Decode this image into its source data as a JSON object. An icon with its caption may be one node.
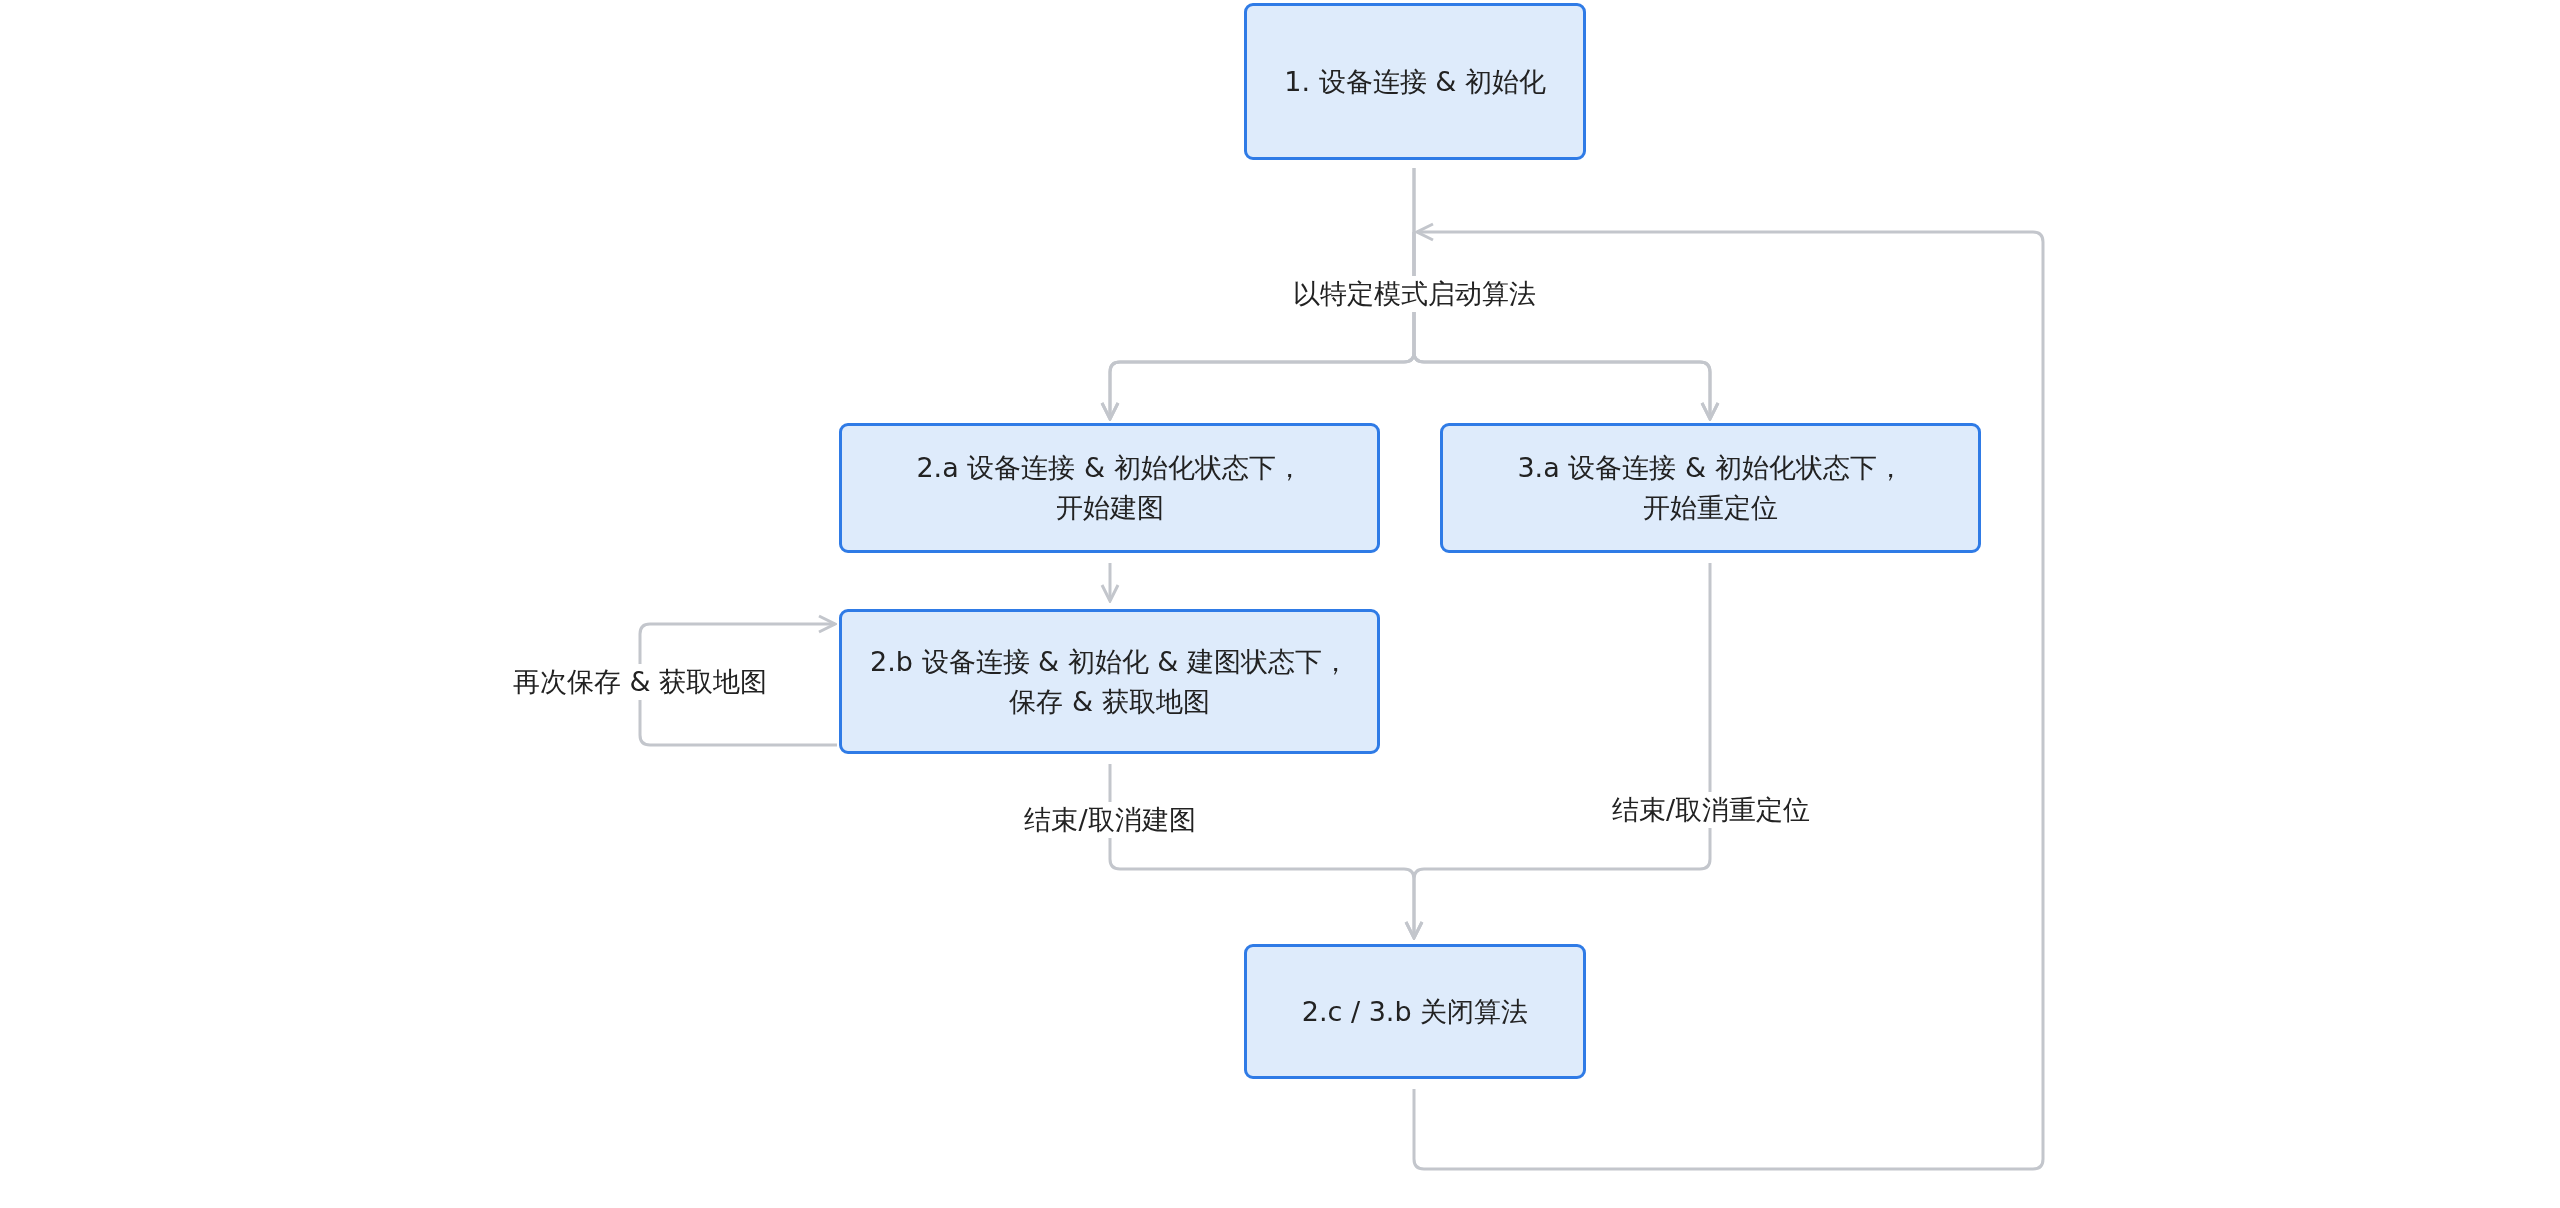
{
  "diagram": {
    "nodes": [
      {
        "text": [
          "1. 设备连接 & 初始化"
        ]
      },
      {
        "text": [
          "2.a 设备连接 & 初始化状态下，开始建图"
        ]
      },
      {
        "text": [
          "3.a 设备连接 & 初始化状态下，开始重定位"
        ]
      },
      {
        "text": [
          "2.b 设备连接 & 初始化 & 建图状态下，保存 & 获取地图"
        ]
      },
      {
        "text": [
          "2.c / 3.b 关闭算法"
        ]
      }
    ],
    "edges": [
      {
        "from": 0,
        "to": 1,
        "arrow": "to",
        "label": "以特定模式启动算法"
      },
      {
        "from": 0,
        "to": 2,
        "arrow": "to"
      },
      {
        "from": 1,
        "to": 3,
        "arrow": "to"
      },
      {
        "from": 3,
        "to": 3,
        "arrow": "to",
        "label": "再次保存 & 获取地图"
      },
      {
        "from": 3,
        "to": 4,
        "arrow": "to",
        "label": "结束/取消建图"
      },
      {
        "from": 2,
        "to": 4,
        "arrow": "to",
        "label": "结束/取消重定位"
      },
      {
        "from": 4,
        "to": 1,
        "arrow": "to"
      },
      {
        "from": 4,
        "to": 2,
        "arrow": "to"
      }
    ]
  }
}
